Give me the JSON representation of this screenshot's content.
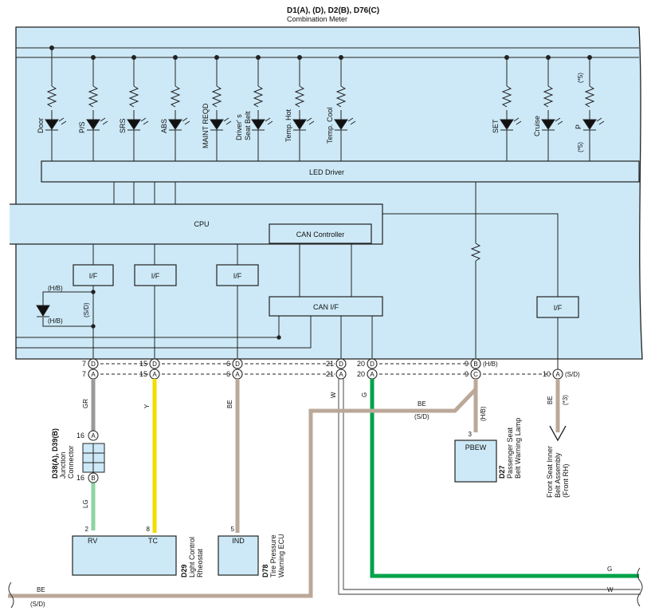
{
  "header": {
    "connectors": "D1(A), (D), D2(B), D76(C)",
    "subtitle": "Combination Meter"
  },
  "meter": {
    "indicators": [
      "Door",
      "P/S",
      "SRS",
      "ABS",
      "MAINT REQD",
      "Driver' s",
      "Seat Belt",
      "Temp. Hot",
      "Temp. Cool",
      "SET",
      "Cruise",
      "P"
    ],
    "p_note_top": "(*5)",
    "p_note_bottom": "(*5)",
    "led_driver": "LED Driver",
    "cpu": "CPU",
    "can_controller": "CAN Controller",
    "if_label": "I/F",
    "can_if": "CAN I/F",
    "hb_top": "(H/B)",
    "sd_label": "(S/D)",
    "hb_bottom": "(H/B)"
  },
  "pins": {
    "p7": "7",
    "p15": "15",
    "p6": "6",
    "p21": "21",
    "p20": "20",
    "p9": "9",
    "p10": "10",
    "D": "D",
    "A": "A",
    "B": "B",
    "C": "C",
    "pin9_note": "(H/B)",
    "pin10_note": "(S/D)"
  },
  "wires": {
    "gr": "GR",
    "y": "Y",
    "be": "BE",
    "w": "W",
    "g": "G",
    "lg": "LG",
    "be_sd_mid": "BE",
    "sd_mid": "(S/D)",
    "hb_mid": "(H/B)",
    "x3": "(*3)",
    "bottom_g": "G",
    "bottom_w": "W",
    "bottom_be": "BE",
    "bottom_sd": "(S/D)"
  },
  "junction": {
    "title": "D38(A), D39(B)",
    "line1": "Junction",
    "line2": "Connector",
    "pin_top": "16",
    "pin_bottom": "16",
    "A": "A",
    "B": "B"
  },
  "d29": {
    "id": "D29",
    "line1": "Light Control",
    "line2": "Rheostat",
    "rv": "RV",
    "tc": "TC",
    "pin_rv": "2",
    "pin_tc": "8"
  },
  "d78": {
    "id": "D78",
    "line1": "Tire Pressure",
    "line2": "Warning ECU",
    "ind": "IND",
    "pin": "5"
  },
  "d27": {
    "id": "D27",
    "line1": "Passenger Seat",
    "line2": "Belt Warning Lamp",
    "pbew": "PBEW",
    "pin": "3"
  },
  "front_seat": {
    "line1": "Front Seat Inner",
    "line2": "Belt Assembly",
    "line3": "(Front RH)"
  },
  "colors": {
    "meter_fill": "#cde9f7",
    "gray_wire": "#9a9a9a",
    "yellow_wire": "#f2dd00",
    "beige_wire": "#bba898",
    "green_wire": "#00a24a",
    "lightgreen_wire": "#8fd3a2"
  }
}
